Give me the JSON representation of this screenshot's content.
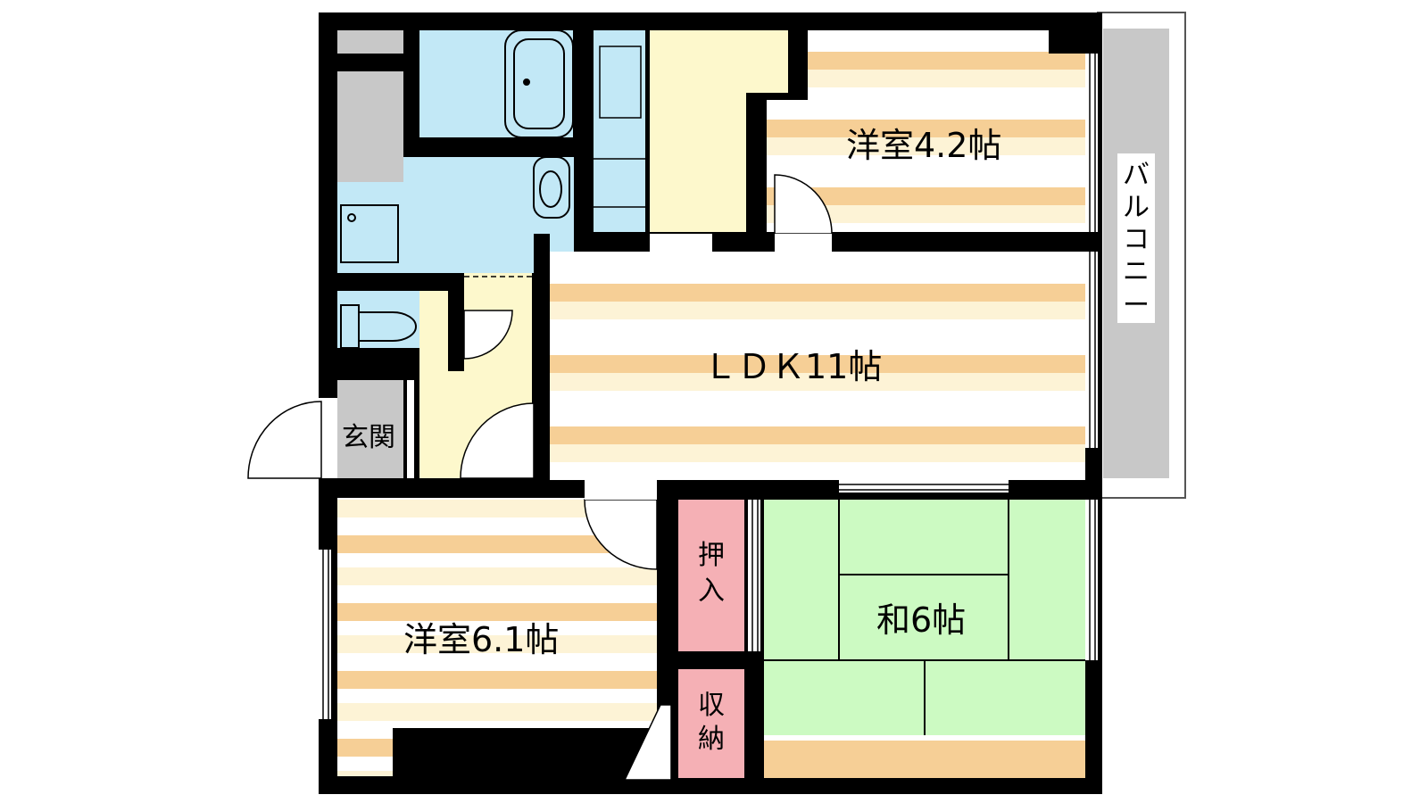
{
  "colors": {
    "wall": "#000000",
    "stripe_a": "#f6cf96",
    "stripe_b": "#fdf3d6",
    "stripe_c": "#ffffff",
    "wet": "#c2e8f6",
    "hall": "#fdf8cc",
    "tatami": "#ccfac2",
    "closet": "#f5b0b5",
    "grey": "#c8c8c8",
    "balcony": "#c8c8c8"
  },
  "rooms": {
    "western_a": "洋室4.2帖",
    "ldk": "ＬＤＫ11帖",
    "western_b": "洋室6.1帖",
    "japanese": "和6帖",
    "entrance": "玄関",
    "oshiire_1": "押",
    "oshiire_2": "入",
    "storage_1": "収",
    "storage_2": "納"
  },
  "balcony_label": [
    "バ",
    "ル",
    "コ",
    "ニ",
    "ー"
  ]
}
